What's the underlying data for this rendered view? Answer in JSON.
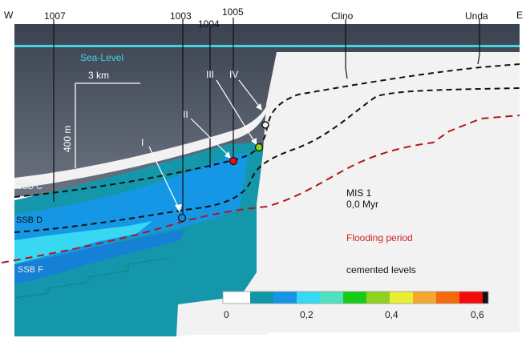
{
  "orientation": {
    "west": "W",
    "east": "E"
  },
  "wells": [
    {
      "id": "well-1007",
      "label": "1007"
    },
    {
      "id": "well-1003",
      "label": "1003"
    },
    {
      "id": "well-1004",
      "label": "1004"
    },
    {
      "id": "well-1005",
      "label": "1005"
    },
    {
      "id": "well-clino",
      "label": "Clino"
    },
    {
      "id": "well-unda",
      "label": "Unda"
    }
  ],
  "sea_level": "Sea-Level",
  "scale": {
    "horizontal": "3 km",
    "vertical": "400 m"
  },
  "markers": [
    "I",
    "II",
    "III",
    "IV"
  ],
  "surfaces": {
    "ssb_c": "SSB C",
    "ssb_d": "SSB D",
    "ssb_f": "SSB F"
  },
  "annotations": {
    "stage": "MIS 1",
    "age": "0,0 Myr",
    "flooding": "Flooding period",
    "cemented": "cemented levels"
  },
  "colors": {
    "water_top": "#3b4250",
    "water_bottom": "#68707c",
    "sea_level_line": "#3fd6e0",
    "platform": "#f3f3f3",
    "flooding_line": "#b01818",
    "flooding_text": "#cc2222"
  },
  "colorbar": {
    "ticks": [
      "0",
      "0,2",
      "0,4",
      "0,6"
    ],
    "colors": [
      "#ffffff",
      "#0e97a8",
      "#1495e6",
      "#36d9f2",
      "#4fe2c2",
      "#17cc17",
      "#8ed11e",
      "#e9ee34",
      "#f4a72e",
      "#f56a0c",
      "#f40a0a",
      "#111111"
    ]
  }
}
